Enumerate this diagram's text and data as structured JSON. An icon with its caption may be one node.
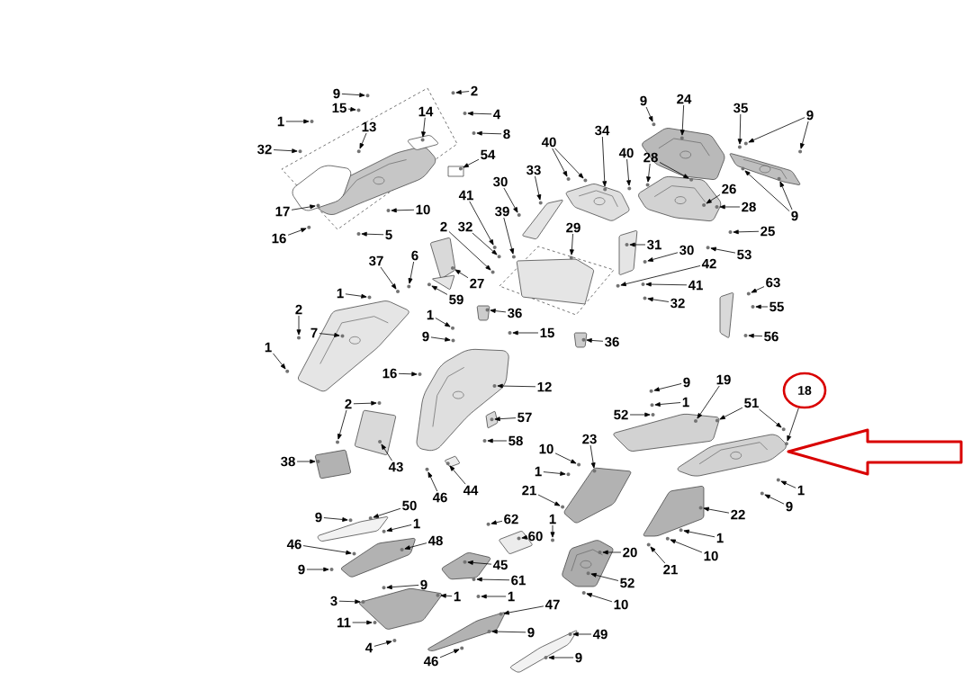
{
  "diagram": {
    "nodes": [
      {
        "text": [
          "9"
        ]
      },
      {
        "text": [
          "15"
        ]
      },
      {
        "text": [
          "1"
        ]
      },
      {
        "text": [
          "32"
        ]
      },
      {
        "text": [
          "13"
        ]
      },
      {
        "text": [
          "14"
        ]
      },
      {
        "text": [
          "17"
        ]
      },
      {
        "text": [
          "16"
        ]
      },
      {
        "text": [
          "10"
        ]
      },
      {
        "text": [
          "5"
        ]
      },
      {
        "text": [
          "2"
        ]
      },
      {
        "text": [
          "4"
        ]
      },
      {
        "text": [
          "8"
        ]
      },
      {
        "text": [
          "54"
        ]
      },
      {
        "text": [
          "30"
        ]
      },
      {
        "text": [
          "41"
        ]
      },
      {
        "text": [
          "39"
        ]
      },
      {
        "text": [
          "2"
        ]
      },
      {
        "text": [
          "32"
        ]
      },
      {
        "text": [
          "33"
        ]
      },
      {
        "text": [
          "40"
        ]
      },
      {
        "text": [
          "34"
        ]
      },
      {
        "text": [
          "40"
        ]
      },
      {
        "text": [
          "9"
        ]
      },
      {
        "text": [
          "24"
        ]
      },
      {
        "text": [
          "28"
        ]
      },
      {
        "text": [
          "35"
        ]
      },
      {
        "text": [
          "9"
        ]
      },
      {
        "text": [
          "26"
        ]
      },
      {
        "text": [
          "28"
        ]
      },
      {
        "text": [
          "9"
        ]
      },
      {
        "text": [
          "25"
        ]
      },
      {
        "text": [
          "31"
        ]
      },
      {
        "text": [
          "30"
        ]
      },
      {
        "text": [
          "53"
        ]
      },
      {
        "text": [
          "42"
        ]
      },
      {
        "text": [
          "41"
        ]
      },
      {
        "text": [
          "32"
        ]
      },
      {
        "text": [
          "29"
        ]
      },
      {
        "text": [
          "27"
        ]
      },
      {
        "text": [
          "59"
        ]
      },
      {
        "text": [
          "6"
        ]
      },
      {
        "text": [
          "37"
        ]
      },
      {
        "text": [
          "1"
        ]
      },
      {
        "text": [
          "36"
        ]
      },
      {
        "text": [
          "15"
        ]
      },
      {
        "text": [
          "36"
        ]
      },
      {
        "text": [
          "1"
        ]
      },
      {
        "text": [
          "9"
        ]
      },
      {
        "text": [
          "2"
        ]
      },
      {
        "text": [
          "7"
        ]
      },
      {
        "text": [
          "1"
        ]
      },
      {
        "text": [
          "16"
        ]
      },
      {
        "text": [
          "12"
        ]
      },
      {
        "text": [
          "2"
        ]
      },
      {
        "text": [
          "57"
        ]
      },
      {
        "text": [
          "58"
        ]
      },
      {
        "text": [
          "38"
        ]
      },
      {
        "text": [
          "43"
        ]
      },
      {
        "text": [
          "46"
        ]
      },
      {
        "text": [
          "44"
        ]
      },
      {
        "text": [
          "9"
        ]
      },
      {
        "text": [
          "50"
        ]
      },
      {
        "text": [
          "1"
        ]
      },
      {
        "text": [
          "46"
        ]
      },
      {
        "text": [
          "48"
        ]
      },
      {
        "text": [
          "9"
        ]
      },
      {
        "text": [
          "62"
        ]
      },
      {
        "text": [
          "60"
        ]
      },
      {
        "text": [
          "45"
        ]
      },
      {
        "text": [
          "61"
        ]
      },
      {
        "text": [
          "9"
        ]
      },
      {
        "text": [
          "3"
        ]
      },
      {
        "text": [
          "1"
        ]
      },
      {
        "text": [
          "1"
        ]
      },
      {
        "text": [
          "47"
        ]
      },
      {
        "text": [
          "11"
        ]
      },
      {
        "text": [
          "9"
        ]
      },
      {
        "text": [
          "4"
        ]
      },
      {
        "text": [
          "46"
        ]
      },
      {
        "text": [
          "49"
        ]
      },
      {
        "text": [
          "9"
        ]
      },
      {
        "text": [
          "10"
        ]
      },
      {
        "text": [
          "23"
        ]
      },
      {
        "text": [
          "1"
        ]
      },
      {
        "text": [
          "21"
        ]
      },
      {
        "text": [
          "1"
        ]
      },
      {
        "text": [
          "20"
        ]
      },
      {
        "text": [
          "52"
        ]
      },
      {
        "text": [
          "10"
        ]
      },
      {
        "text": [
          "21"
        ]
      },
      {
        "text": [
          "10"
        ]
      },
      {
        "text": [
          "1"
        ]
      },
      {
        "text": [
          "22"
        ]
      },
      {
        "text": [
          "9"
        ]
      },
      {
        "text": [
          "1"
        ]
      },
      {
        "text": [
          "52"
        ]
      },
      {
        "text": [
          "1"
        ]
      },
      {
        "text": [
          "9"
        ]
      },
      {
        "text": [
          "19"
        ]
      },
      {
        "text": [
          "51"
        ]
      },
      {
        "text": [
          "18"
        ]
      },
      {
        "text": [
          "63"
        ]
      },
      {
        "text": [
          "55"
        ]
      },
      {
        "text": [
          "56"
        ]
      },
      {
        "text": [],
        "shape": "circle"
      },
      {
        "text": [],
        "shape": "circle"
      },
      {
        "text": [],
        "shape": "circle"
      },
      {
        "text": [],
        "shape": "circle"
      },
      {
        "text": [],
        "shape": "circle"
      },
      {
        "text": [],
        "shape": "circle"
      },
      {
        "text": [],
        "shape": "circle"
      },
      {
        "text": [],
        "shape": "circle"
      },
      {
        "text": [],
        "shape": "circle"
      },
      {
        "text": [],
        "shape": "circle"
      },
      {
        "text": [],
        "shape": "circle"
      },
      {
        "text": [],
        "shape": "circle"
      },
      {
        "text": [],
        "shape": "circle"
      },
      {
        "text": [],
        "shape": "circle"
      },
      {
        "text": [],
        "shape": "circle"
      },
      {
        "text": [],
        "shape": "circle"
      },
      {
        "text": [],
        "shape": "circle"
      },
      {
        "text": [],
        "shape": "circle"
      },
      {
        "text": [],
        "shape": "circle"
      },
      {
        "text": [],
        "shape": "circle"
      },
      {
        "text": [],
        "shape": "circle"
      },
      {
        "text": [],
        "shape": "circle"
      },
      {
        "text": [],
        "shape": "circle"
      },
      {
        "text": [],
        "shape": "circle"
      },
      {
        "text": [],
        "shape": "circle"
      },
      {
        "text": [],
        "shape": "circle"
      },
      {
        "text": [],
        "shape": "circle"
      },
      {
        "text": [],
        "shape": "circle"
      },
      {
        "text": [],
        "shape": "circle"
      },
      {
        "text": [],
        "shape": "circle"
      },
      {
        "text": [],
        "shape": "circle"
      },
      {
        "text": [],
        "shape": "circle"
      },
      {
        "text": [],
        "shape": "circle"
      },
      {
        "text": [],
        "shape": "circle"
      },
      {
        "text": [],
        "shape": "circle"
      },
      {
        "text": [],
        "shape": "circle"
      },
      {
        "text": [],
        "shape": "circle"
      },
      {
        "text": [],
        "shape": "circle"
      },
      {
        "text": [],
        "shape": "circle"
      },
      {
        "text": [],
        "shape": "circle"
      },
      {
        "text": [],
        "shape": "circle"
      },
      {
        "text": [],
        "shape": "circle"
      },
      {
        "text": [],
        "shape": "circle"
      },
      {
        "text": [],
        "shape": "circle"
      },
      {
        "text": [],
        "shape": "circle"
      },
      {
        "text": [],
        "shape": "circle"
      },
      {
        "text": [],
        "shape": "circle"
      },
      {
        "text": [],
        "shape": "circle"
      },
      {
        "text": [],
        "shape": "circle"
      },
      {
        "text": [],
        "shape": "circle"
      },
      {
        "text": [],
        "shape": "circle"
      },
      {
        "text": [],
        "shape": "circle"
      },
      {
        "text": [],
        "shape": "circle"
      },
      {
        "text": [],
        "shape": "circle"
      },
      {
        "text": [],
        "shape": "circle"
      },
      {
        "text": [],
        "shape": "circle"
      },
      {
        "text": [],
        "shape": "circle"
      },
      {
        "text": [],
        "shape": "circle"
      },
      {
        "text": [],
        "shape": "circle"
      },
      {
        "text": [],
        "shape": "circle"
      },
      {
        "text": [],
        "shape": "circle"
      },
      {
        "text": [],
        "shape": "circle"
      },
      {
        "text": [],
        "shape": "circle"
      },
      {
        "text": [],
        "shape": "circle"
      },
      {
        "text": [],
        "shape": "circle"
      },
      {
        "text": [],
        "shape": "circle"
      },
      {
        "text": [],
        "shape": "circle"
      },
      {
        "text": [],
        "shape": "circle"
      },
      {
        "text": [],
        "shape": "circle"
      },
      {
        "text": [],
        "shape": "circle"
      },
      {
        "text": [],
        "shape": "circle"
      },
      {
        "text": [],
        "shape": "circle"
      },
      {
        "text": [],
        "shape": "circle"
      },
      {
        "text": [],
        "shape": "circle"
      },
      {
        "text": [],
        "shape": "circle"
      },
      {
        "text": [],
        "shape": "circle"
      },
      {
        "text": [],
        "shape": "circle"
      },
      {
        "text": [],
        "shape": "circle"
      },
      {
        "text": [],
        "shape": "circle"
      },
      {
        "text": [],
        "shape": "circle"
      },
      {
        "text": [],
        "shape": "circle"
      },
      {
        "text": [],
        "shape": "circle"
      },
      {
        "text": [],
        "shape": "circle"
      },
      {
        "text": [],
        "shape": "circle"
      },
      {
        "text": [],
        "shape": "circle"
      },
      {
        "text": [],
        "shape": "circle"
      },
      {
        "text": [],
        "shape": "circle"
      },
      {
        "text": [],
        "shape": "circle"
      },
      {
        "text": [],
        "shape": "circle"
      },
      {
        "text": [],
        "shape": "circle"
      },
      {
        "text": [],
        "shape": "circle"
      },
      {
        "text": [],
        "shape": "circle"
      },
      {
        "text": [],
        "shape": "circle"
      },
      {
        "text": [],
        "shape": "circle"
      },
      {
        "text": [],
        "shape": "circle"
      },
      {
        "text": [],
        "shape": "circle"
      },
      {
        "text": [],
        "shape": "circle"
      },
      {
        "text": [],
        "shape": "circle"
      },
      {
        "text": [],
        "shape": "circle"
      },
      {
        "text": [],
        "shape": "circle"
      },
      {
        "text": [],
        "shape": "circle"
      },
      {
        "text": [],
        "shape": "circle"
      },
      {
        "text": [],
        "shape": "circle"
      },
      {
        "text": [],
        "shape": "circle"
      },
      {
        "text": [],
        "shape": "circle"
      },
      {
        "text": [],
        "shape": "circle"
      },
      {
        "text": [],
        "shape": "circle"
      },
      {
        "text": [],
        "shape": "circle"
      },
      {
        "text": [],
        "shape": "circle"
      },
      {
        "text": [],
        "shape": "circle"
      },
      {
        "text": [],
        "shape": "circle"
      }
    ],
    "edges": [
      {
        "from": 0,
        "to": 105,
        "arrow": "to"
      },
      {
        "from": 1,
        "to": 106,
        "arrow": "to"
      },
      {
        "from": 2,
        "to": 107,
        "arrow": "to"
      },
      {
        "from": 3,
        "to": 108,
        "arrow": "to"
      },
      {
        "from": 4,
        "to": 109,
        "arrow": "to"
      },
      {
        "from": 5,
        "to": 110,
        "arrow": "to"
      },
      {
        "from": 6,
        "to": 111,
        "arrow": "to"
      },
      {
        "from": 7,
        "to": 112,
        "arrow": "to"
      },
      {
        "from": 8,
        "to": 113,
        "arrow": "to"
      },
      {
        "from": 9,
        "to": 114,
        "arrow": "to"
      },
      {
        "from": 10,
        "to": 115,
        "arrow": "to"
      },
      {
        "from": 11,
        "to": 116,
        "arrow": "to"
      },
      {
        "from": 12,
        "to": 117,
        "arrow": "to"
      },
      {
        "from": 13,
        "to": 118,
        "arrow": "to"
      },
      {
        "from": 14,
        "to": 119,
        "arrow": "to"
      },
      {
        "from": 15,
        "to": 120,
        "arrow": "to"
      },
      {
        "from": 16,
        "to": 121,
        "arrow": "to"
      },
      {
        "from": 17,
        "to": 122,
        "arrow": "to"
      },
      {
        "from": 18,
        "to": 123,
        "arrow": "to"
      },
      {
        "from": 19,
        "to": 124,
        "arrow": "to"
      },
      {
        "from": 20,
        "to": 125,
        "arrow": "to"
      },
      {
        "from": 20,
        "to": 126,
        "arrow": "to"
      },
      {
        "from": 21,
        "to": 127,
        "arrow": "to"
      },
      {
        "from": 22,
        "to": 128,
        "arrow": "to"
      },
      {
        "from": 23,
        "to": 129,
        "arrow": "to"
      },
      {
        "from": 24,
        "to": 130,
        "arrow": "to"
      },
      {
        "from": 25,
        "to": 131,
        "arrow": "to"
      },
      {
        "from": 25,
        "to": 132,
        "arrow": "to"
      },
      {
        "from": 26,
        "to": 133,
        "arrow": "to"
      },
      {
        "from": 27,
        "to": 134,
        "arrow": "to"
      },
      {
        "from": 27,
        "to": 135,
        "arrow": "to"
      },
      {
        "from": 28,
        "to": 136,
        "arrow": "to"
      },
      {
        "from": 29,
        "to": 137,
        "arrow": "to"
      },
      {
        "from": 30,
        "to": 138,
        "arrow": "to"
      },
      {
        "from": 30,
        "to": 139,
        "arrow": "to"
      },
      {
        "from": 31,
        "to": 140,
        "arrow": "to"
      },
      {
        "from": 32,
        "to": 141,
        "arrow": "to"
      },
      {
        "from": 33,
        "to": 142,
        "arrow": "to"
      },
      {
        "from": 34,
        "to": 143,
        "arrow": "to"
      },
      {
        "from": 35,
        "to": 144,
        "arrow": "to"
      },
      {
        "from": 36,
        "to": 145,
        "arrow": "to"
      },
      {
        "from": 37,
        "to": 146,
        "arrow": "to"
      },
      {
        "from": 38,
        "to": 147,
        "arrow": "to"
      },
      {
        "from": 39,
        "to": 148,
        "arrow": "to"
      },
      {
        "from": 40,
        "to": 149,
        "arrow": "to"
      },
      {
        "from": 41,
        "to": 150,
        "arrow": "to"
      },
      {
        "from": 42,
        "to": 151,
        "arrow": "to"
      },
      {
        "from": 43,
        "to": 152,
        "arrow": "to"
      },
      {
        "from": 44,
        "to": 153,
        "arrow": "to"
      },
      {
        "from": 45,
        "to": 154,
        "arrow": "to"
      },
      {
        "from": 46,
        "to": 155,
        "arrow": "to"
      },
      {
        "from": 47,
        "to": 156,
        "arrow": "to"
      },
      {
        "from": 48,
        "to": 157,
        "arrow": "to"
      },
      {
        "from": 49,
        "to": 158,
        "arrow": "to"
      },
      {
        "from": 50,
        "to": 159,
        "arrow": "to"
      },
      {
        "from": 51,
        "to": 160,
        "arrow": "to"
      },
      {
        "from": 52,
        "to": 161,
        "arrow": "to"
      },
      {
        "from": 53,
        "to": 162,
        "arrow": "to"
      },
      {
        "from": 54,
        "to": 163,
        "arrow": "to"
      },
      {
        "from": 54,
        "to": 164,
        "arrow": "to"
      },
      {
        "from": 55,
        "to": 165,
        "arrow": "to"
      },
      {
        "from": 56,
        "to": 166,
        "arrow": "to"
      },
      {
        "from": 57,
        "to": 167,
        "arrow": "to"
      },
      {
        "from": 58,
        "to": 168,
        "arrow": "to"
      },
      {
        "from": 59,
        "to": 169,
        "arrow": "to"
      },
      {
        "from": 60,
        "to": 170,
        "arrow": "to"
      },
      {
        "from": 61,
        "to": 171,
        "arrow": "to"
      },
      {
        "from": 62,
        "to": 172,
        "arrow": "to"
      },
      {
        "from": 63,
        "to": 173,
        "arrow": "to"
      },
      {
        "from": 64,
        "to": 174,
        "arrow": "to"
      },
      {
        "from": 65,
        "to": 175,
        "arrow": "to"
      },
      {
        "from": 66,
        "to": 176,
        "arrow": "to"
      },
      {
        "from": 67,
        "to": 177,
        "arrow": "to"
      },
      {
        "from": 68,
        "to": 178,
        "arrow": "to"
      },
      {
        "from": 69,
        "to": 179,
        "arrow": "to"
      },
      {
        "from": 70,
        "to": 180,
        "arrow": "to"
      },
      {
        "from": 71,
        "to": 181,
        "arrow": "to"
      },
      {
        "from": 72,
        "to": 182,
        "arrow": "to"
      },
      {
        "from": 73,
        "to": 183,
        "arrow": "to"
      },
      {
        "from": 74,
        "to": 184,
        "arrow": "to"
      },
      {
        "from": 75,
        "to": 185,
        "arrow": "to"
      },
      {
        "from": 76,
        "to": 186,
        "arrow": "to"
      },
      {
        "from": 77,
        "to": 187,
        "arrow": "to"
      },
      {
        "from": 78,
        "to": 188,
        "arrow": "to"
      },
      {
        "from": 79,
        "to": 189,
        "arrow": "to"
      },
      {
        "from": 80,
        "to": 190,
        "arrow": "to"
      },
      {
        "from": 81,
        "to": 191,
        "arrow": "to"
      },
      {
        "from": 82,
        "to": 192,
        "arrow": "to"
      },
      {
        "from": 83,
        "to": 193,
        "arrow": "to"
      },
      {
        "from": 84,
        "to": 194,
        "arrow": "to"
      },
      {
        "from": 85,
        "to": 195,
        "arrow": "to"
      },
      {
        "from": 86,
        "to": 196,
        "arrow": "to"
      },
      {
        "from": 87,
        "to": 197,
        "arrow": "to"
      },
      {
        "from": 88,
        "to": 198,
        "arrow": "to"
      },
      {
        "from": 89,
        "to": 199,
        "arrow": "to"
      },
      {
        "from": 90,
        "to": 200,
        "arrow": "to"
      },
      {
        "from": 91,
        "to": 201,
        "arrow": "to"
      },
      {
        "from": 92,
        "to": 202,
        "arrow": "to"
      },
      {
        "from": 93,
        "to": 203,
        "arrow": "to"
      },
      {
        "from": 94,
        "to": 204,
        "arrow": "to"
      },
      {
        "from": 95,
        "to": 205,
        "arrow": "to"
      },
      {
        "from": 96,
        "to": 206,
        "arrow": "to"
      },
      {
        "from": 97,
        "to": 207,
        "arrow": "to"
      },
      {
        "from": 98,
        "to": 208,
        "arrow": "to"
      },
      {
        "from": 99,
        "to": 209,
        "arrow": "to"
      },
      {
        "from": 100,
        "to": 210,
        "arrow": "to"
      },
      {
        "from": 100,
        "to": 211,
        "arrow": "to"
      },
      {
        "from": 101,
        "to": 212,
        "arrow": "to"
      },
      {
        "from": 102,
        "to": 213,
        "arrow": "to"
      },
      {
        "from": 103,
        "to": 214,
        "arrow": "to"
      },
      {
        "from": 104,
        "to": 215,
        "arrow": "to"
      }
    ]
  }
}
